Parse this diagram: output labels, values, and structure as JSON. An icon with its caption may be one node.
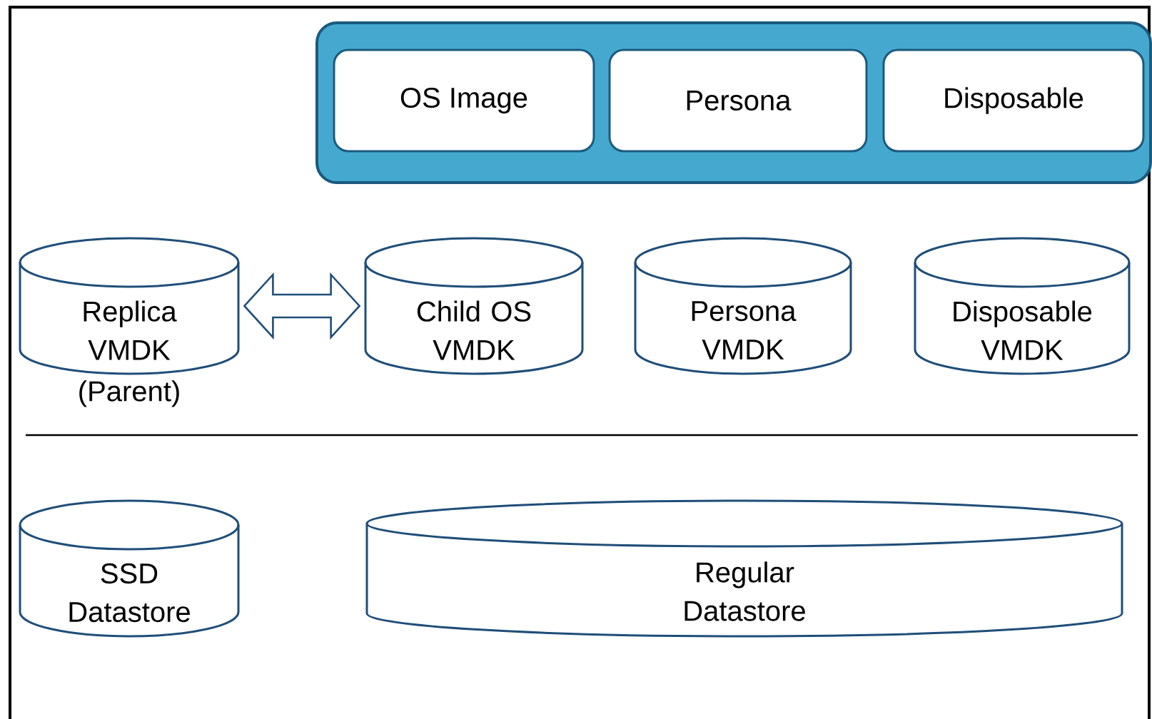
{
  "diagram": {
    "nodes": [
      {
        "text": [],
        "shape": "box"
      },
      {
        "text": [
          "OS Image"
        ],
        "in": 0
      },
      {
        "text": [
          "Persona"
        ],
        "in": 0
      },
      {
        "text": [
          "Disposable"
        ],
        "in": 0
      },
      {
        "text": [
          "Replica VMDK"
        ],
        "beside": [
          "(Parent)"
        ]
      },
      {
        "text": [
          "Child OS VMDK"
        ]
      },
      {
        "text": [
          "Persona VMDK"
        ]
      },
      {
        "text": [
          "Disposable VMDK"
        ]
      },
      {
        "text": [
          "SSD Datastore"
        ]
      },
      {
        "text": [
          "Regular Datastore"
        ]
      }
    ],
    "edges": [
      {
        "from": 4,
        "to": 5,
        "arrow": "both"
      }
    ]
  }
}
